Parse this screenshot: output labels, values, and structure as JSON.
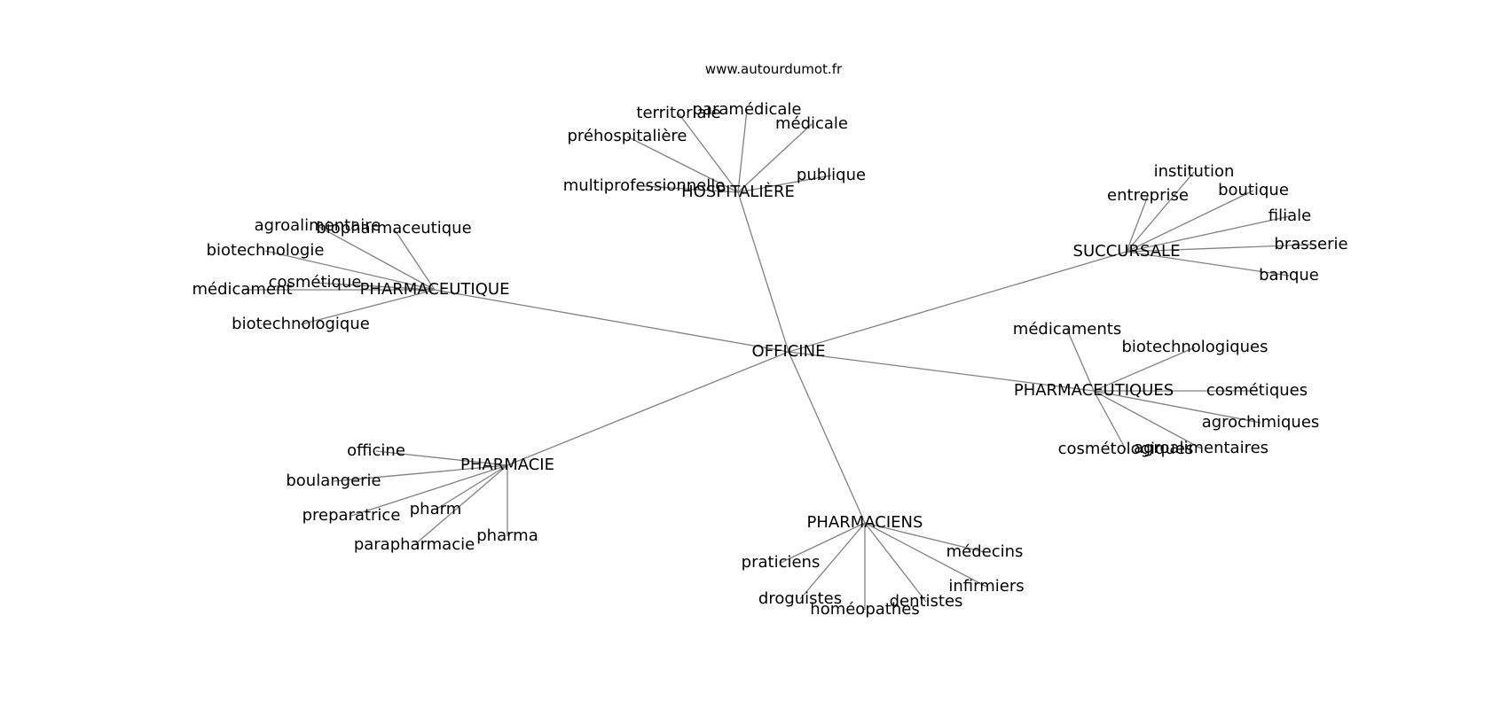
{
  "source": "www.autourdumot.fr",
  "center": "OFFICINE",
  "groups": [
    {
      "id": "hospitaliere",
      "label": "HOSPITALIÈRE",
      "words": [
        "territoriale",
        "paramédicale",
        "médicale",
        "préhospitalière",
        "publique",
        "multiprofessionnelle"
      ]
    },
    {
      "id": "succursale",
      "label": "SUCCURSALE",
      "words": [
        "institution",
        "entreprise",
        "boutique",
        "filiale",
        "brasserie",
        "banque"
      ]
    },
    {
      "id": "pharmaceutique",
      "label": "PHARMACEUTIQUE",
      "words": [
        "agroalimentaire",
        "biopharmaceutique",
        "biotechnologie",
        "cosmétique",
        "médicament",
        "biotechnologique"
      ]
    },
    {
      "id": "pharmaceutiques",
      "label": "PHARMACEUTIQUES",
      "words": [
        "médicaments",
        "biotechnologiques",
        "cosmétiques",
        "agrochimiques",
        "cosmétologiques",
        "agroalimentaires"
      ]
    },
    {
      "id": "pharmacie",
      "label": "PHARMACIE",
      "words": [
        "officine",
        "boulangerie",
        "preparatrice",
        "pharm",
        "parapharmacie",
        "pharma"
      ]
    },
    {
      "id": "pharmaciens",
      "label": "PHARMACIENS",
      "words": [
        "praticiens",
        "médecins",
        "infirmiers",
        "droguistes",
        "dentistes",
        "homéopathes"
      ]
    }
  ]
}
